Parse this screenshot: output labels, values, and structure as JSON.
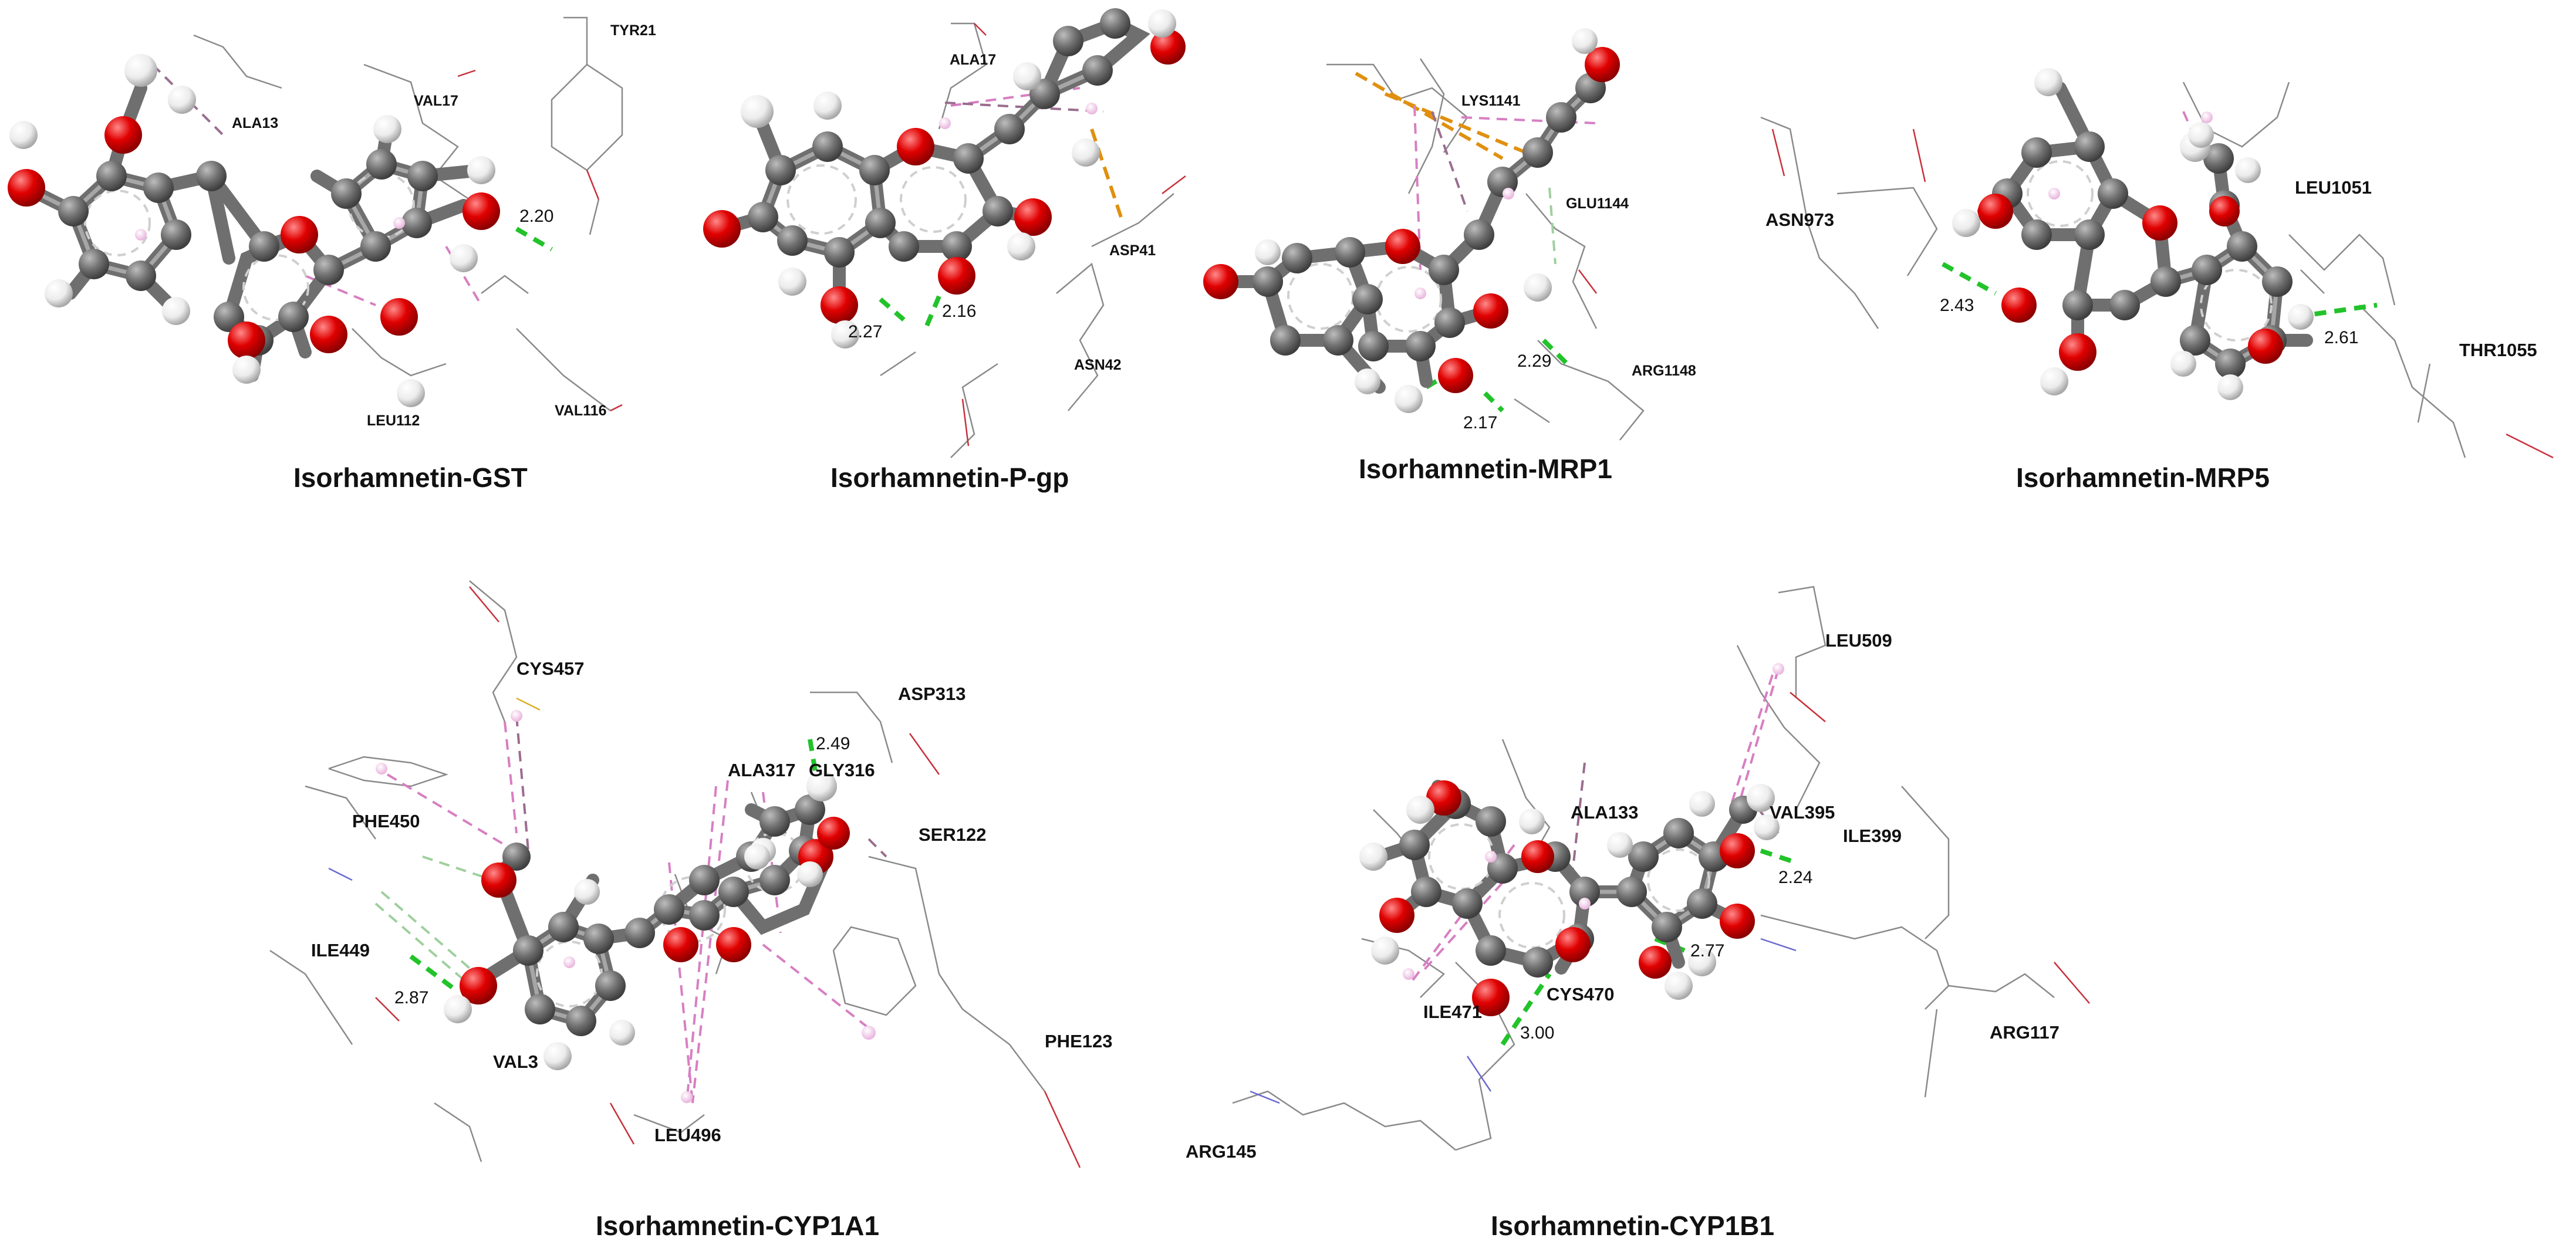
{
  "panels": [
    {
      "caption": "Isorhamnetin-GST",
      "residues": [
        "TYR21",
        "ALA13",
        "VAL17",
        "LEU112",
        "VAL116"
      ],
      "distances": [
        "2.20"
      ]
    },
    {
      "caption": "Isorhamnetin-P-gp",
      "residues": [
        "ALA17",
        "ASP41",
        "ASN42"
      ],
      "distances": [
        "2.16",
        "2.27"
      ]
    },
    {
      "caption": "Isorhamnetin-MRP1",
      "residues": [
        "LYS1141",
        "GLU1144",
        "ARG1148"
      ],
      "distances": [
        "2.29",
        "2.17"
      ]
    },
    {
      "caption": "Isorhamnetin-MRP5",
      "residues": [
        "ASN973",
        "LEU1051",
        "THR1055"
      ],
      "distances": [
        "2.43",
        "2.61"
      ]
    },
    {
      "caption": "Isorhamnetin-CYP1A1",
      "residues": [
        "CYS457",
        "ASP313",
        "ALA317",
        "GLY316",
        "SER122",
        "PHE450",
        "ILE449",
        "VAL3",
        "LEU496",
        "PHE123"
      ],
      "distances": [
        "2.49",
        "2.87"
      ]
    },
    {
      "caption": "Isorhamnetin-CYP1B1",
      "residues": [
        "LEU509",
        "ALA133",
        "VAL395",
        "ILE399",
        "ILE471",
        "CYS470",
        "ARG117",
        "ARG145"
      ],
      "distances": [
        "2.24",
        "2.77",
        "3.00"
      ]
    }
  ],
  "colors": {
    "carbon": "#6f6f6f",
    "oxygen": "#e00000",
    "hydrogen": "#f2f2f2",
    "hydrogen_bond": "#22c32a",
    "pi_alkyl": "#d77fc2",
    "pi_anion": "#e0900f",
    "residue_wire": "#8a8a8a"
  }
}
